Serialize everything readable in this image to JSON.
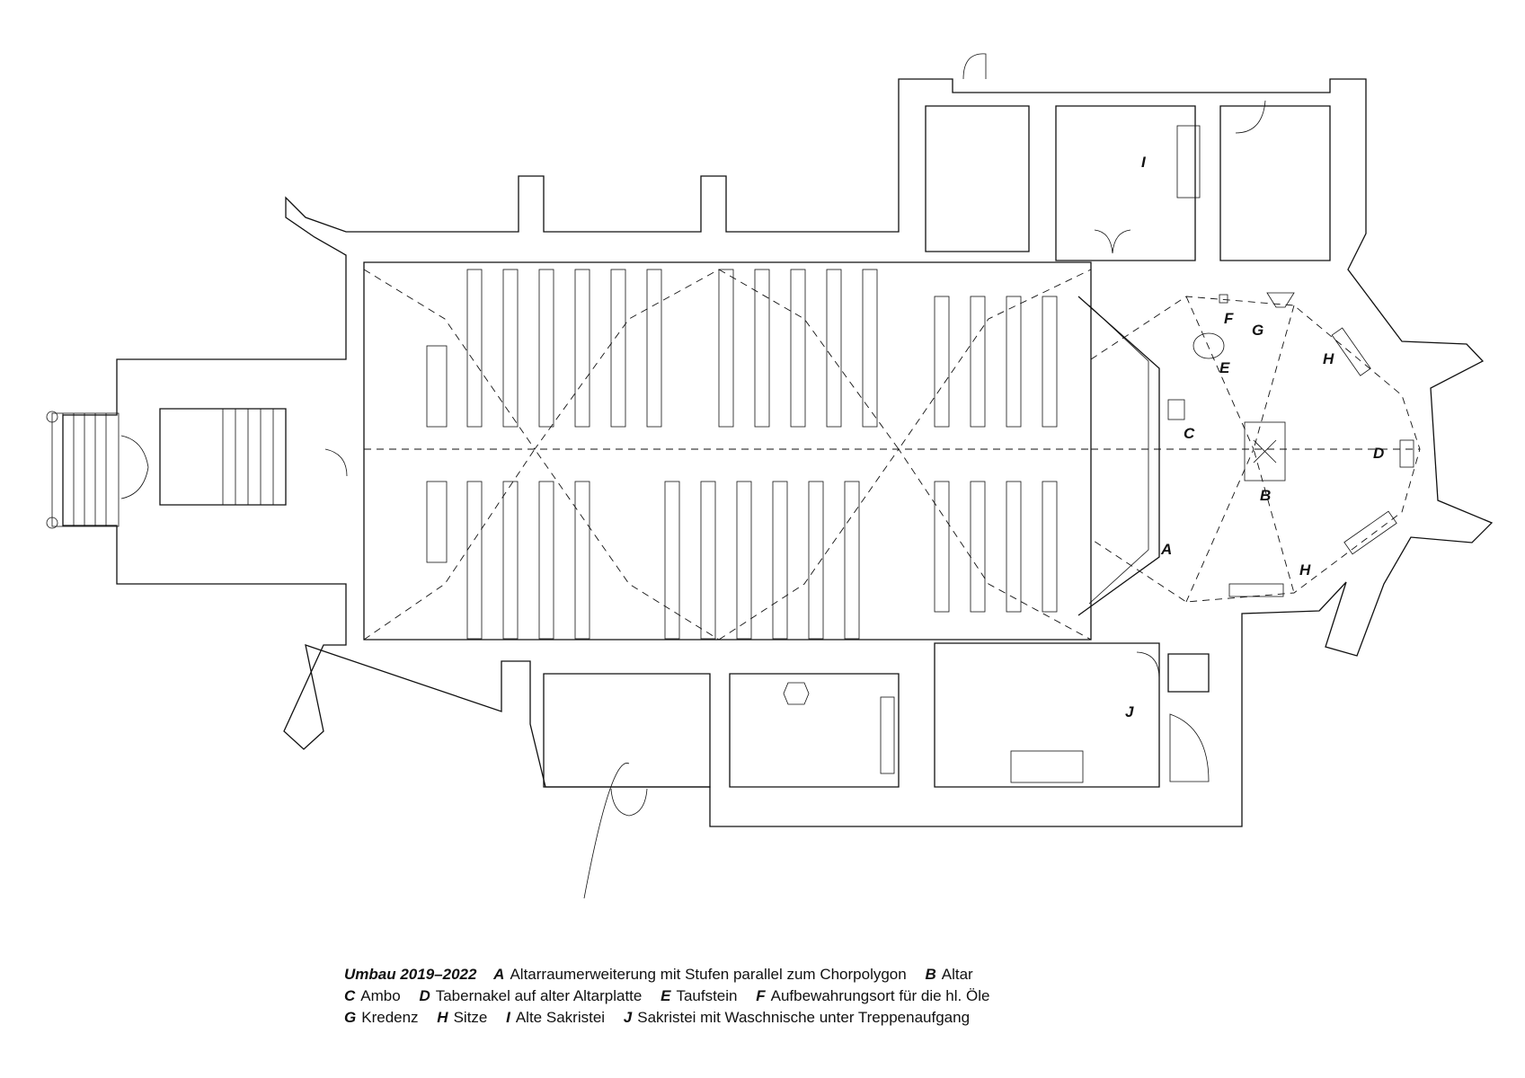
{
  "plan_labels": {
    "A": "A",
    "B": "B",
    "C": "C",
    "D": "D",
    "E": "E",
    "F": "F",
    "G": "G",
    "H": "H",
    "I": "I",
    "J": "J"
  },
  "legend": {
    "title": "Umbau 2019–2022",
    "items": [
      {
        "key": "A",
        "text": "Altarraumerweiterung mit Stufen parallel zum Chorpolygon"
      },
      {
        "key": "B",
        "text": "Altar"
      },
      {
        "key": "C",
        "text": "Ambo"
      },
      {
        "key": "D",
        "text": "Tabernakel auf alter Altarplatte"
      },
      {
        "key": "E",
        "text": "Taufstein"
      },
      {
        "key": "F",
        "text": "Aufbewahrungsort für die hl. Öle"
      },
      {
        "key": "G",
        "text": "Kredenz"
      },
      {
        "key": "H",
        "text": "Sitze"
      },
      {
        "key": "I",
        "text": "Alte Sakristei"
      },
      {
        "key": "J",
        "text": "Sakristei mit Waschnische unter Treppenaufgang"
      }
    ]
  }
}
